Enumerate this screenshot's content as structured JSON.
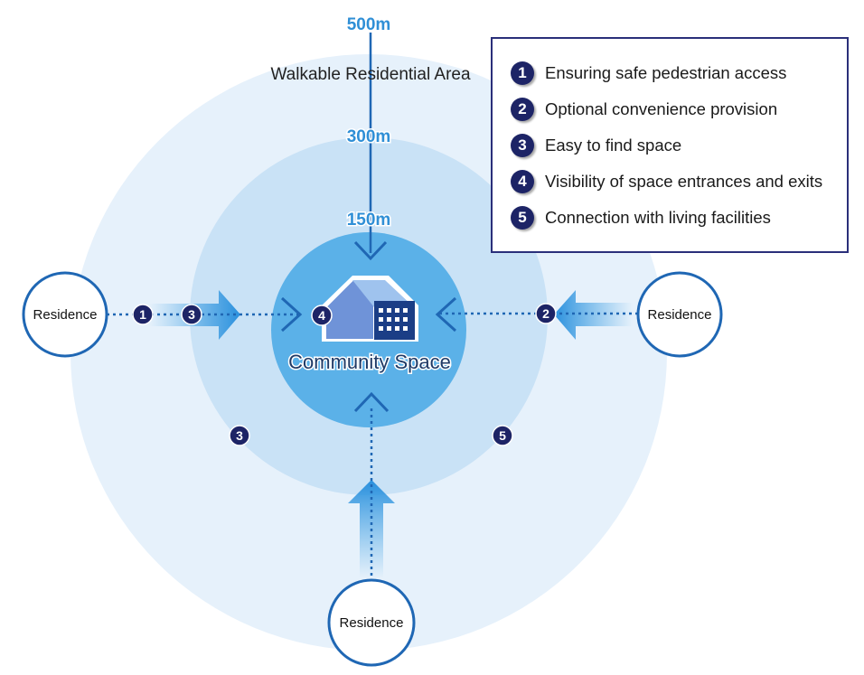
{
  "rings": {
    "outer_label": "500m",
    "middle_label": "300m",
    "inner_label": "150m",
    "area_label": "Walkable Residential Area"
  },
  "center": {
    "label": "Community Space",
    "badge": "4"
  },
  "residences": {
    "left": "Residence",
    "right": "Residence",
    "bottom": "Residence"
  },
  "path_badges": {
    "left_first": "1",
    "left_second": "3",
    "right": "2",
    "lower_left": "3",
    "lower_right": "5"
  },
  "legend": {
    "items": [
      {
        "num": "1",
        "text": "Ensuring safe pedestrian access"
      },
      {
        "num": "2",
        "text": "Optional convenience provision"
      },
      {
        "num": "3",
        "text": "Easy to find space"
      },
      {
        "num": "4",
        "text": "Visibility of space entrances and exits"
      },
      {
        "num": "5",
        "text": "Connection with living facilities"
      }
    ]
  },
  "colors": {
    "outer_ring": "#e6f1fb",
    "middle_ring": "#c9e2f6",
    "inner_ring": "#5bb1e8",
    "line": "#1f67b4",
    "badge": "#1d2466"
  }
}
